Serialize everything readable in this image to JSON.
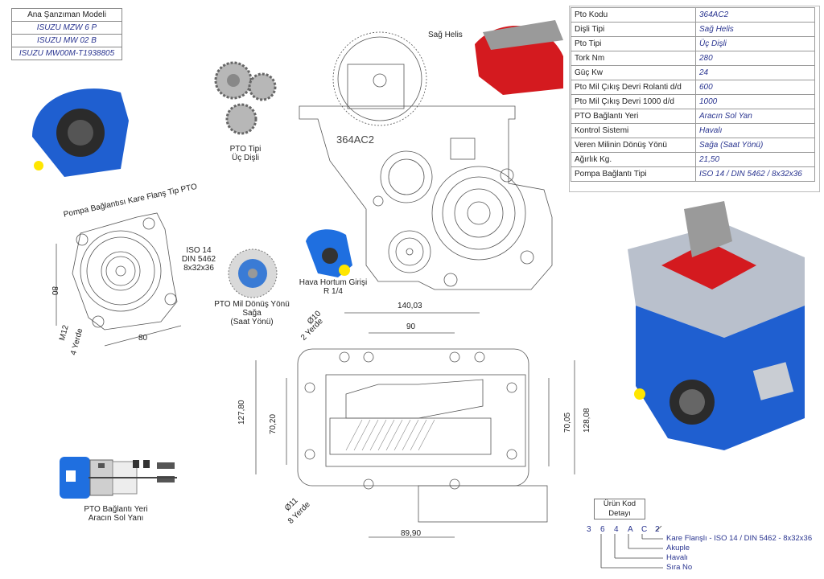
{
  "gearbox_model": {
    "title": "Ana Şanzıman Modeli",
    "items": [
      "ISUZU MZW 6 P",
      "ISUZU MW 02 B",
      "ISUZU MW00M-T1938805"
    ]
  },
  "spec_table": [
    {
      "key": "Pto Kodu",
      "value": "364AC2"
    },
    {
      "key": "Dişli Tipi",
      "value": "Sağ Helis"
    },
    {
      "key": "Pto Tipi",
      "value": "Üç Dişli"
    },
    {
      "key": "Tork Nm",
      "value": "280"
    },
    {
      "key": "Güç Kw",
      "value": "24"
    },
    {
      "key": "Pto Mil Çıkış Devri Rolanti d/d",
      "value": "600"
    },
    {
      "key": "Pto Mil Çıkış Devri 1000 d/d",
      "value": "1000"
    },
    {
      "key": "PTO Bağlantı Yeri",
      "value": "Aracın Sol Yan"
    },
    {
      "key": "Kontrol Sistemi",
      "value": "Havalı"
    },
    {
      "key": "Veren Milinin Dönüş Yönü",
      "value": "Sağa (Saat Yönü)"
    },
    {
      "key": "Ağırlık Kg.",
      "value": "21,50"
    },
    {
      "key": "Pompa Bağlantı Tipi",
      "value": "ISO 14 / DIN 5462 / 8x32x36"
    }
  ],
  "labels": {
    "sag_helis": "Sağ Helis",
    "pto_tipi_1": "PTO Tipi",
    "pto_tipi_2": "Üç Dişli",
    "housing_code": "364AC2",
    "flange_label": "Pompa Bağlantısı Kare Flanş Tip PTO",
    "iso_1": "ISO 14",
    "iso_2": "DIN 5462",
    "iso_3": "8x32x36",
    "rotation_1": "PTO Mil Dönüş Yönü",
    "rotation_2": "Sağa",
    "rotation_3": "(Saat Yönü)",
    "air_1": "Hava Hortum Girişi",
    "air_2": "R 1/4",
    "mount_1": "PTO Bağlantı Yeri",
    "mount_2": "Aracın Sol Yanı"
  },
  "dimensions": {
    "flange_v": "80",
    "flange_h": "80",
    "m12": "M12",
    "m12_count": "4 Yerde",
    "d140": "140,03",
    "d90": "90",
    "d10": "Ø10",
    "d10_count": "2 Yerde",
    "h127": "127,80",
    "h70_20": "70,20",
    "h70_05": "70,05",
    "h128": "128,08",
    "d11": "Ø11",
    "d11_count": "8 Yerde",
    "d89": "89,90"
  },
  "product_code": {
    "title_1": "Ürün Kod",
    "title_2": "Detayı",
    "chars": [
      "3",
      "6",
      "4",
      "A",
      "C",
      "2"
    ],
    "legend": [
      "Kare Flanşlı - ISO 14 / DIN 5462 - 8x32x36",
      "Akuple",
      "Havalı",
      "Sıra No"
    ]
  },
  "colors": {
    "housing_blue": "#1f5fd0",
    "cover_red": "#d41a1f",
    "text_blue": "#2a3590"
  }
}
